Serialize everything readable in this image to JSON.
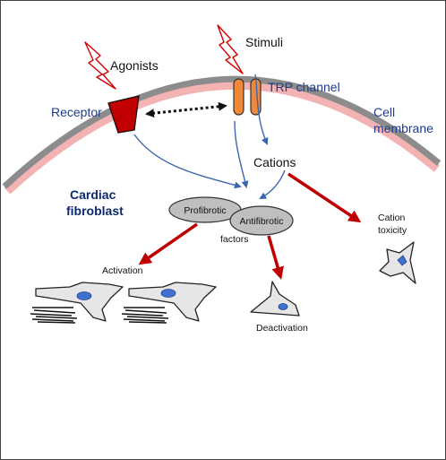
{
  "labels": {
    "agonists": "Agonists",
    "stimuli": "Stimuli",
    "receptor": "Receptor",
    "trp_channel": "TRP channel",
    "cell_line1": "Cell",
    "cell_line2": "membrane",
    "cations": "Cations",
    "cardiac_line1": "Cardiac",
    "cardiac_line2": "fibroblast",
    "profibrotic": "Profibrotic",
    "antifibrotic": "Antifibrotic",
    "factors": "factors",
    "cation_tox_line1": "Cation",
    "cation_tox_line2": "toxicity",
    "activation": "Activation",
    "deactivation": "Deactivation"
  },
  "colors": {
    "membrane": "#8c8c8c",
    "membrane_inner": "#f3b3b3",
    "receptor": "#c00000",
    "channel": "#f0883a",
    "blue_text": "#1f3c8c",
    "dark_blue_text": "#0e2a6e",
    "thin_arrow": "#3a68b0",
    "red_arrow": "#c00000",
    "cell_fill": "#e6e6e6",
    "nucleus": "#3f6fd0"
  },
  "icons": [
    "lightning-bolt-icon",
    "receptor-icon",
    "trp-channel-icon",
    "fibroblast-cell-icon"
  ]
}
